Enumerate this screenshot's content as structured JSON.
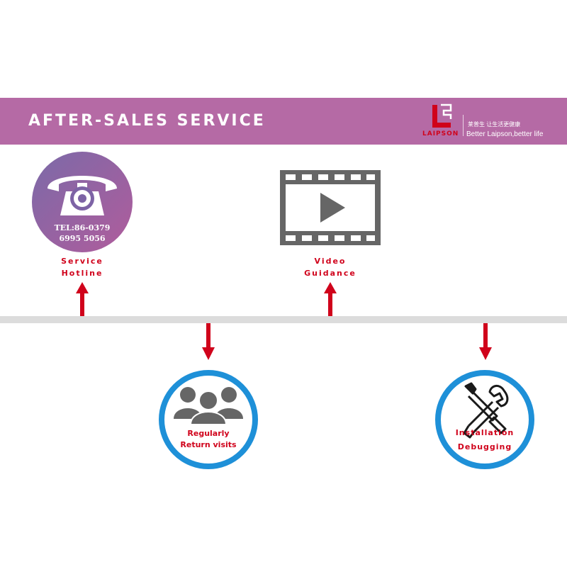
{
  "banner": {
    "title": "AFTER-SALES SERVICE",
    "logo_word": "LAIPSON",
    "logo_chinese": "莱普生 让生活更健康",
    "logo_slogan": "Better Laipson,better life"
  },
  "hotline": {
    "tel_line1": "TEL:86-0379",
    "tel_line2": "6995 5056",
    "label_line1": "Service",
    "label_line2": "Hotline"
  },
  "video": {
    "label_line1": "Video",
    "label_line2": "Guidance"
  },
  "return_visits": {
    "label_line1": "Regularly",
    "label_line2": "Return visits"
  },
  "installation": {
    "label_line1": "Installation",
    "label_line2": "Debugging"
  },
  "colors": {
    "banner": "#b56aa5",
    "accent_red": "#d0021b",
    "ring_blue": "#1e90d8",
    "icon_gray": "#666666",
    "timeline": "#dcdcdc"
  },
  "icons": {
    "logo": "laipson-logo-icon",
    "hotline": "telephone-icon",
    "video": "film-play-icon",
    "people": "people-group-icon",
    "tools": "wrench-screwdriver-icon",
    "arrow_up": "arrow-up-icon",
    "arrow_down": "arrow-down-icon"
  }
}
